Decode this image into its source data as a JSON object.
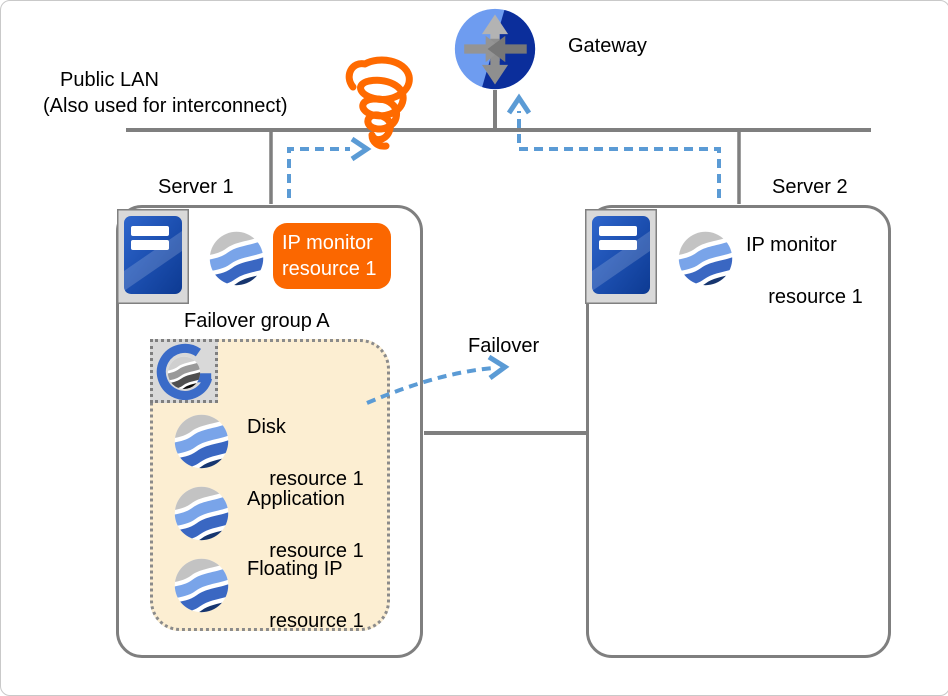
{
  "diagram": {
    "title_note": {
      "line1": "Public LAN",
      "line2": "(Also used for interconnect)"
    },
    "gateway_label": "Gateway",
    "failover_label": "Failover",
    "server1": {
      "label": "Server 1",
      "ip_monitor_badge": {
        "line1": "IP monitor",
        "line2": "resource 1"
      },
      "failover_group": {
        "label": "Failover group A",
        "resources": [
          {
            "line1": "Disk",
            "line2": "resource 1"
          },
          {
            "line1": "Application",
            "line2": "resource 1"
          },
          {
            "line1": "Floating IP",
            "line2": "resource 1"
          }
        ]
      }
    },
    "server2": {
      "label": "Server 2",
      "ip_monitor": {
        "line1": "IP monitor",
        "line2": "resource 1"
      }
    },
    "icons": {
      "gateway": "router-gateway-icon",
      "network_failure": "orange-scribble-failure-icon",
      "server": "server-tower-icon",
      "resource": "wave-sphere-resource-icon",
      "failover_group": "g-cluster-group-icon"
    },
    "colors": {
      "accent_orange": "#fb6700",
      "arrow_blue": "#5b9bd5",
      "line_gray": "#7f7f7f",
      "group_fill": "#fceed2",
      "icon_gray_bg": "#d9d9d9",
      "tower_blue": "#1c4fb0",
      "gateway_light_blue": "#6e9cf0",
      "gateway_dark_blue": "#0b2e9b"
    }
  }
}
